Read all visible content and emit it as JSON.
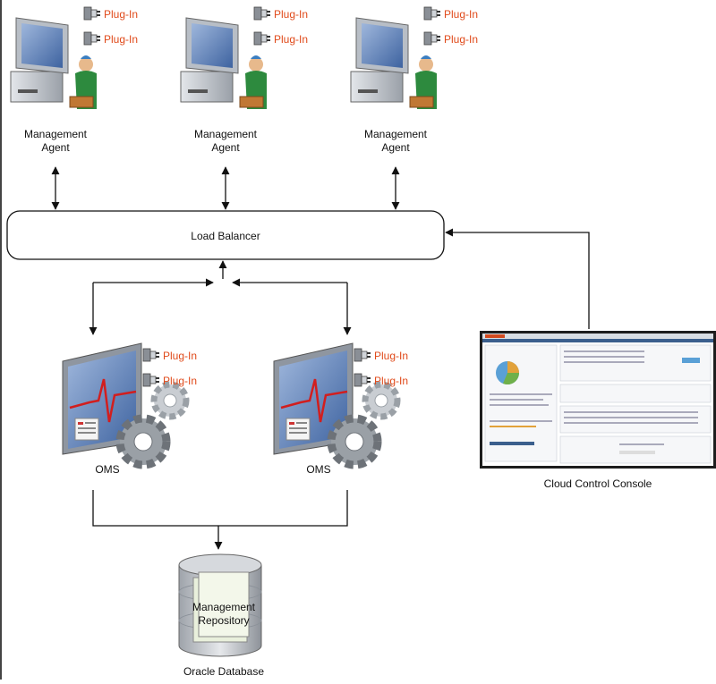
{
  "agents": [
    {
      "line1": "Management",
      "line2": "Agent",
      "plugins": [
        "Plug-In",
        "Plug-In"
      ]
    },
    {
      "line1": "Management",
      "line2": "Agent",
      "plugins": [
        "Plug-In",
        "Plug-In"
      ]
    },
    {
      "line1": "Management",
      "line2": "Agent",
      "plugins": [
        "Plug-In",
        "Plug-In"
      ]
    }
  ],
  "load_balancer": {
    "label": "Load Balancer"
  },
  "oms": [
    {
      "label": "OMS",
      "plugins": [
        "Plug-In",
        "Plug-In"
      ]
    },
    {
      "label": "OMS",
      "plugins": [
        "Plug-In",
        "Plug-In"
      ]
    }
  ],
  "console": {
    "label": "Cloud Control Console"
  },
  "repository": {
    "line1": "Management",
    "line2": "Repository",
    "db_label": "Oracle Database"
  },
  "colors": {
    "plugin_text": "#e04a1a",
    "screen": "#6b8fc4",
    "monitor_body": "#c9cdd3",
    "gear": "#a7abb0"
  },
  "icons": [
    "monitor-icon",
    "person-icon",
    "plug-icon",
    "oms-icon",
    "gear-icon",
    "database-icon",
    "console-screenshot"
  ]
}
